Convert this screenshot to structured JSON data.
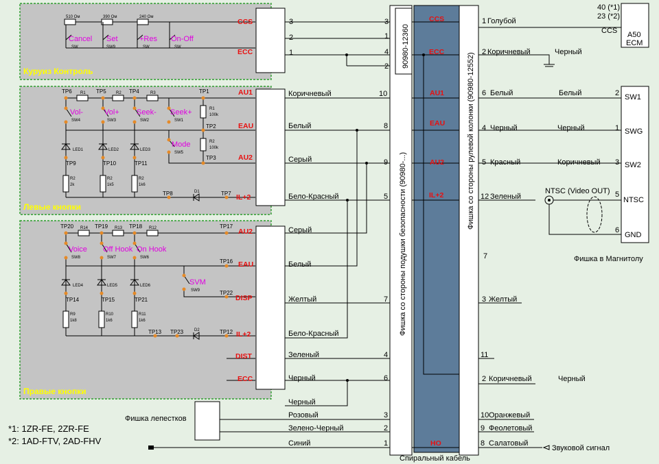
{
  "panels": {
    "cruise": "Куруиз Контроль",
    "left": "Левые кнопки",
    "right": "Правые кнопки"
  },
  "cruise": {
    "resistors": [
      "510 Ом",
      "390 Ом",
      "240 Ом"
    ],
    "switches": [
      {
        "label": "Cancel",
        "sw": "SW"
      },
      {
        "label": "Set",
        "sw": "SW9"
      },
      {
        "label": "+Res",
        "sw": "SW"
      },
      {
        "label": "On-Off",
        "sw": "SW"
      }
    ],
    "signals": [
      "CCS",
      "ECC"
    ],
    "pins": [
      "3",
      "2",
      "1"
    ]
  },
  "left": {
    "tp_top": [
      "TP6",
      "TP5",
      "TP4",
      "TP1"
    ],
    "resistors_top": [
      "R1",
      "R2",
      "R3"
    ],
    "switches": [
      {
        "label": "Vol-",
        "sw": "SW4"
      },
      {
        "label": "Vol+",
        "sw": "SW3"
      },
      {
        "label": "Seek-",
        "sw": "SW2"
      },
      {
        "label": "Seek+",
        "sw": "SW1"
      },
      {
        "label": "Mode",
        "sw": "SW5"
      }
    ],
    "leds": [
      "LED1",
      "LED2",
      "LED3"
    ],
    "tp_led": [
      "TP9",
      "TP10",
      "TP11"
    ],
    "r_low": [
      [
        "R2",
        "2k"
      ],
      [
        "R2",
        "1k5"
      ],
      [
        "R2",
        "1k6"
      ]
    ],
    "r_side": [
      [
        "R1",
        "100k"
      ],
      [
        "R2",
        "100k"
      ]
    ],
    "tp_side": [
      "TP2",
      "TP3"
    ],
    "tp_bottom": [
      "TP8",
      "TP7"
    ],
    "diode": "D1",
    "signals": [
      "AU1",
      "EAU",
      "AU2",
      "IL+2"
    ]
  },
  "right": {
    "tp_top": [
      "TP20",
      "TP19",
      "TP18",
      "TP17"
    ],
    "resistors_top": [
      "R14",
      "R13",
      "R12"
    ],
    "switches": [
      {
        "label": "Voice",
        "sw": "SW8"
      },
      {
        "label": "Off Hook",
        "sw": "SW7"
      },
      {
        "label": "On Hook",
        "sw": "SW6"
      },
      {
        "label": "SVM",
        "sw": "SW9"
      }
    ],
    "leds": [
      "LED4",
      "LED5",
      "LED6"
    ],
    "tp_led": [
      "TP14",
      "TP15",
      "TP21"
    ],
    "r_low": [
      [
        "R9",
        "1k8"
      ],
      [
        "R10",
        "1k6"
      ],
      [
        "R11",
        "1k6"
      ]
    ],
    "tp_mid": [
      "TP16",
      "TP22"
    ],
    "tp_bottom": [
      "TP13",
      "TP23",
      "TP12"
    ],
    "diode": "D2",
    "signals": [
      "AU2",
      "EAU",
      "DISP",
      "IL+2",
      "DIST",
      "ECC"
    ]
  },
  "wires_mid": [
    {
      "pin": "3",
      "color": ""
    },
    {
      "pin": "2",
      "color": ""
    },
    {
      "pin": "1",
      "color": ""
    },
    {
      "pin": "10",
      "color": "Коричневый"
    },
    {
      "pin": "8",
      "color": "Белый"
    },
    {
      "pin": "9",
      "color": "Серый"
    },
    {
      "pin": "5",
      "color": "Бело-Красный"
    },
    {
      "pin": "",
      "color": "Серый"
    },
    {
      "pin": "",
      "color": "Белый"
    },
    {
      "pin": "7",
      "color": "Желтый"
    },
    {
      "pin": "",
      "color": "Бело-Красный"
    },
    {
      "pin": "4",
      "color": "Зеленый"
    },
    {
      "pin": "6",
      "color": "Черный"
    },
    {
      "pin": "",
      "color": "Черный"
    },
    {
      "pin": "3",
      "color": "Розовый"
    },
    {
      "pin": "2",
      "color": "Зелено-Черный"
    },
    {
      "pin": "1",
      "color": "Синий"
    }
  ],
  "connector_a": {
    "part": "90980-12360",
    "pins": [
      "3",
      "1",
      "4",
      "2"
    ]
  },
  "airbag_label": "Фишка со стороны подушки безопасности (90980-...)",
  "column_label": "Фишка со стороны рулевой колонки (90980-12552)",
  "spiral_signals": [
    "CCS",
    "ECC",
    "AU1",
    "EAU",
    "AU2",
    "IL+2",
    "HO"
  ],
  "spiral_label": "Спиральный кабель",
  "wires_right": [
    {
      "pin": "1",
      "color": "Голубой"
    },
    {
      "pin": "2",
      "color": "Коричневый"
    },
    {
      "pin": "6",
      "color": "Белый"
    },
    {
      "pin": "4",
      "color": "Черный"
    },
    {
      "pin": "5",
      "color": "Красный"
    },
    {
      "pin": "12",
      "color": "Зеленый"
    },
    {
      "pin": "7",
      "color": ""
    },
    {
      "pin": "3",
      "color": "Желтый"
    },
    {
      "pin": "11",
      "color": ""
    },
    {
      "pin": "2",
      "color": "Коричневый"
    },
    {
      "pin": "10",
      "color": "Оранжевый"
    },
    {
      "pin": "9",
      "color": "Феолетовый"
    },
    {
      "pin": "8",
      "color": "Салатовый"
    }
  ],
  "ecm": {
    "pin1": "40 (*1)",
    "pin2": "23 (*2)",
    "signal": "CCS",
    "name1": "A50",
    "name2": "ECM",
    "ground_color": "Черный"
  },
  "radio": {
    "wire_colors": [
      "Белый",
      "Черный",
      "Коричневый"
    ],
    "pins": [
      "2",
      "1",
      "3",
      "5",
      "6"
    ],
    "signals": [
      "SW1",
      "SWG",
      "SW2",
      "NTSC",
      "GND"
    ],
    "video_label": "NTSC (Video OUT)",
    "caption": "Фишка в Магнитолу"
  },
  "extra_black": "Черный",
  "petals_label": "Фишка лепестков",
  "horn_label": "Звуковой сигнал",
  "footnotes": [
    "*1: 1ZR-FE, 2ZR-FE",
    "*2: 1AD-FTV, 2AD-FHV"
  ]
}
